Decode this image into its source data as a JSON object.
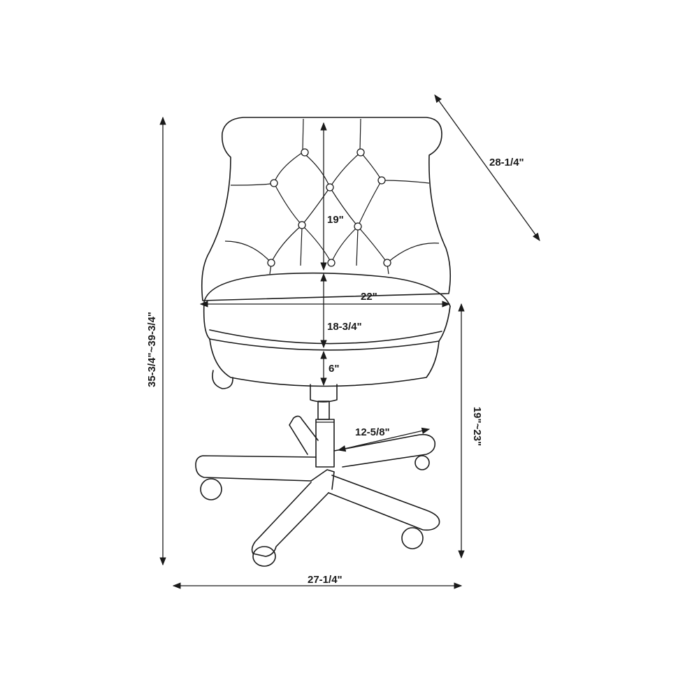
{
  "colors": {
    "line": "#1a1a1a",
    "background": "#ffffff"
  },
  "dimensions": {
    "depth": "28-1/4\"",
    "back_height": "19\"",
    "seat_width": "22\"",
    "seat_depth": "18-3/4\"",
    "arm_gap": "6\"",
    "seat_height": "19\"~23\"",
    "base_radius": "12-5/8\"",
    "overall_height": "35-3/4\"~39-3/4\"",
    "base_width": "27-1/4\""
  }
}
